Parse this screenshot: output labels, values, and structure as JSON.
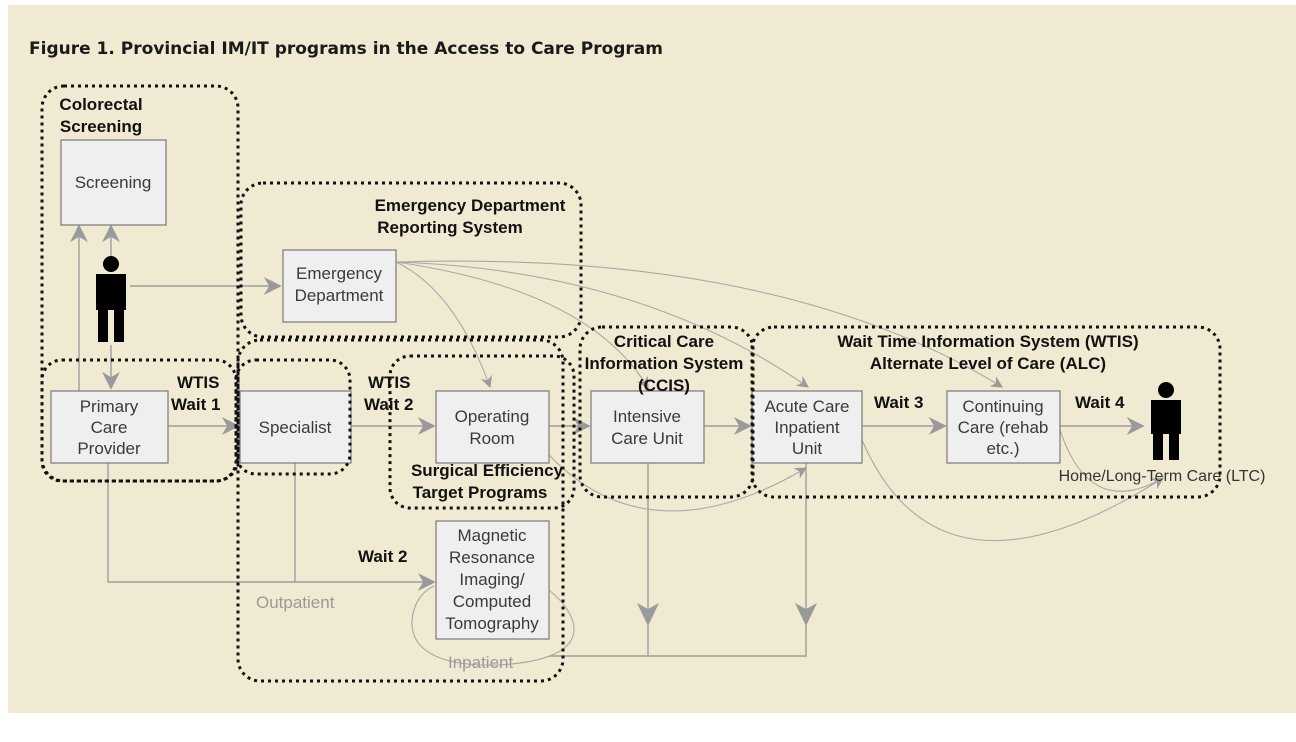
{
  "figure_title": "Figure 1. Provincial IM/IT programs in the Access to Care Program",
  "zones": {
    "colorectal": [
      "Colorectal",
      "Screening"
    ],
    "edrs": [
      "Emergency Department",
      "Reporting System"
    ],
    "ccis": [
      "Critical Care",
      "Information System",
      "(CCIS)"
    ],
    "wtis": [
      "Wait Time Information System (WTIS)",
      "Alternate Level of Care (ALC)"
    ],
    "surgical": [
      "Surgical Efficiency",
      "Target Programs"
    ]
  },
  "nodes": {
    "screening": [
      "Screening"
    ],
    "emergency": [
      "Emergency",
      "Department"
    ],
    "primary_care": [
      "Primary",
      "Care",
      "Provider"
    ],
    "specialist": [
      "Specialist"
    ],
    "operating_room": [
      "Operating",
      "Room"
    ],
    "icu": [
      "Intensive",
      "Care Unit"
    ],
    "acute_care": [
      "Acute Care",
      "Inpatient",
      "Unit"
    ],
    "continuing_care": [
      "Continuing",
      "Care (rehab",
      "etc.)"
    ],
    "mri_ct": [
      "Magnetic",
      "Resonance",
      "Imaging/",
      "Computed",
      "Tomography"
    ]
  },
  "waits": {
    "wtis_wait1": [
      "WTIS",
      "Wait 1"
    ],
    "wtis_wait2": [
      "WTIS",
      "Wait 2"
    ],
    "wait2_mri": "Wait 2",
    "wait3": "Wait 3",
    "wait4": "Wait 4"
  },
  "labels": {
    "outpatient": "Outpatient",
    "inpatient": "Inpatient",
    "home_ltc": "Home/Long-Term Care (LTC)"
  },
  "icons": {
    "patient": "person-icon",
    "home": "person-icon"
  },
  "colors": {
    "background": "#f1ead3",
    "box_fill": "#efefef",
    "arrow": "#9d9d9d",
    "zone_border": "#111111"
  }
}
